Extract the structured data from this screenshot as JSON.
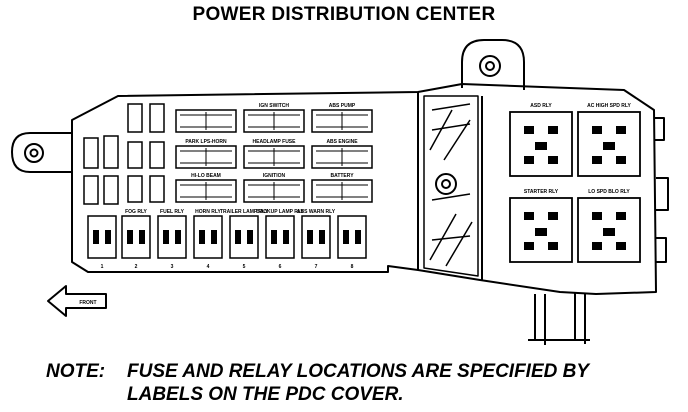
{
  "title": "POWER DISTRIBUTION CENTER",
  "note": {
    "label": "NOTE:",
    "line1": "FUSE AND RELAY LOCATIONS ARE SPECIFIED BY",
    "line2": "LABELS ON THE PDC COVER."
  },
  "arrow_label": "FRONT",
  "relay_labels": [
    "ASD RLY",
    "AC HIGH SPD RLY",
    "STARTER RLY",
    "LO SPD BLO RLY"
  ],
  "maxi_fuse_labels": [
    "PARK LPS-HORN",
    "HEADLAMP FUSE",
    "ABS ENGINE",
    "IGNITION",
    "BATTERY",
    "IGN SWITCH",
    "ABS PUMP",
    "HI-LO BEAM"
  ],
  "slot_labels": [
    "FOG RLY",
    "FUEL RLY",
    "HORN RLY",
    "TRAILER LAMP RLY",
    "BACKUP LAMP RLY",
    "ABS WARN RLY"
  ],
  "slot_numbers": [
    "1",
    "2",
    "3",
    "4",
    "5",
    "6",
    "7",
    "8"
  ]
}
